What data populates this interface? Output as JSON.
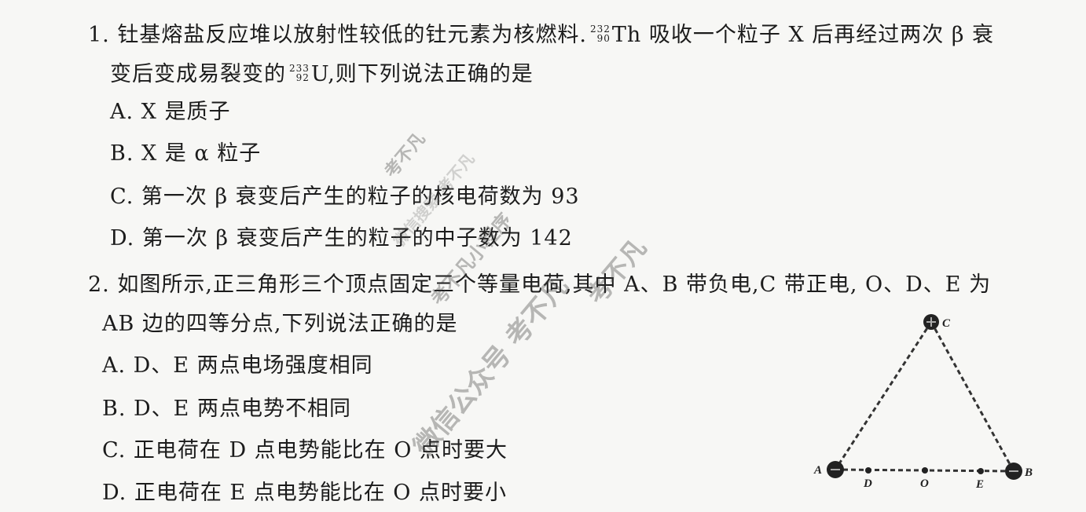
{
  "questions": [
    {
      "number": "1.",
      "stem_part1": "钍基熔盐反应堆以放射性较低的钍元素为核燃料.",
      "th_mass": "232",
      "th_charge": "90",
      "th_symbol": "Th",
      "stem_part2": "吸收一个粒子 X 后再经过两次 β 衰",
      "stem_part3": "变后变成易裂变的",
      "u_mass": "233",
      "u_charge": "92",
      "u_symbol": "U",
      "stem_part4": ",则下列说法正确的是",
      "options": [
        "A. X 是质子",
        "B. X 是 α 粒子",
        "C. 第一次 β 衰变后产生的粒子的核电荷数为 93",
        "D. 第一次 β 衰变后产生的粒子的中子数为 142"
      ]
    },
    {
      "number": "2.",
      "stem_line1": "如图所示,正三角形三个顶点固定三个等量电荷,其中 A、B 带负电,C 带正电, O、D、E 为",
      "stem_line2": "AB 边的四等分点,下列说法正确的是",
      "options": [
        "A. D、E 两点电场强度相同",
        "B. D、E 两点电势不相同",
        "C. 正电荷在 D 点电势能比在 O 点时要大",
        "D. 正电荷在 E 点电势能比在 O 点时要小"
      ]
    }
  ],
  "figure": {
    "labels": {
      "A": "A",
      "B": "B",
      "C": "C",
      "D": "D",
      "O": "O",
      "E": "E"
    },
    "charges": {
      "A": "negative",
      "B": "negative",
      "C": "positive"
    }
  },
  "watermark": {
    "texts": [
      "考不凡",
      "微信搜索 考不凡",
      "考不凡小程序",
      "考不凡",
      "微信公众号 考不凡"
    ]
  }
}
